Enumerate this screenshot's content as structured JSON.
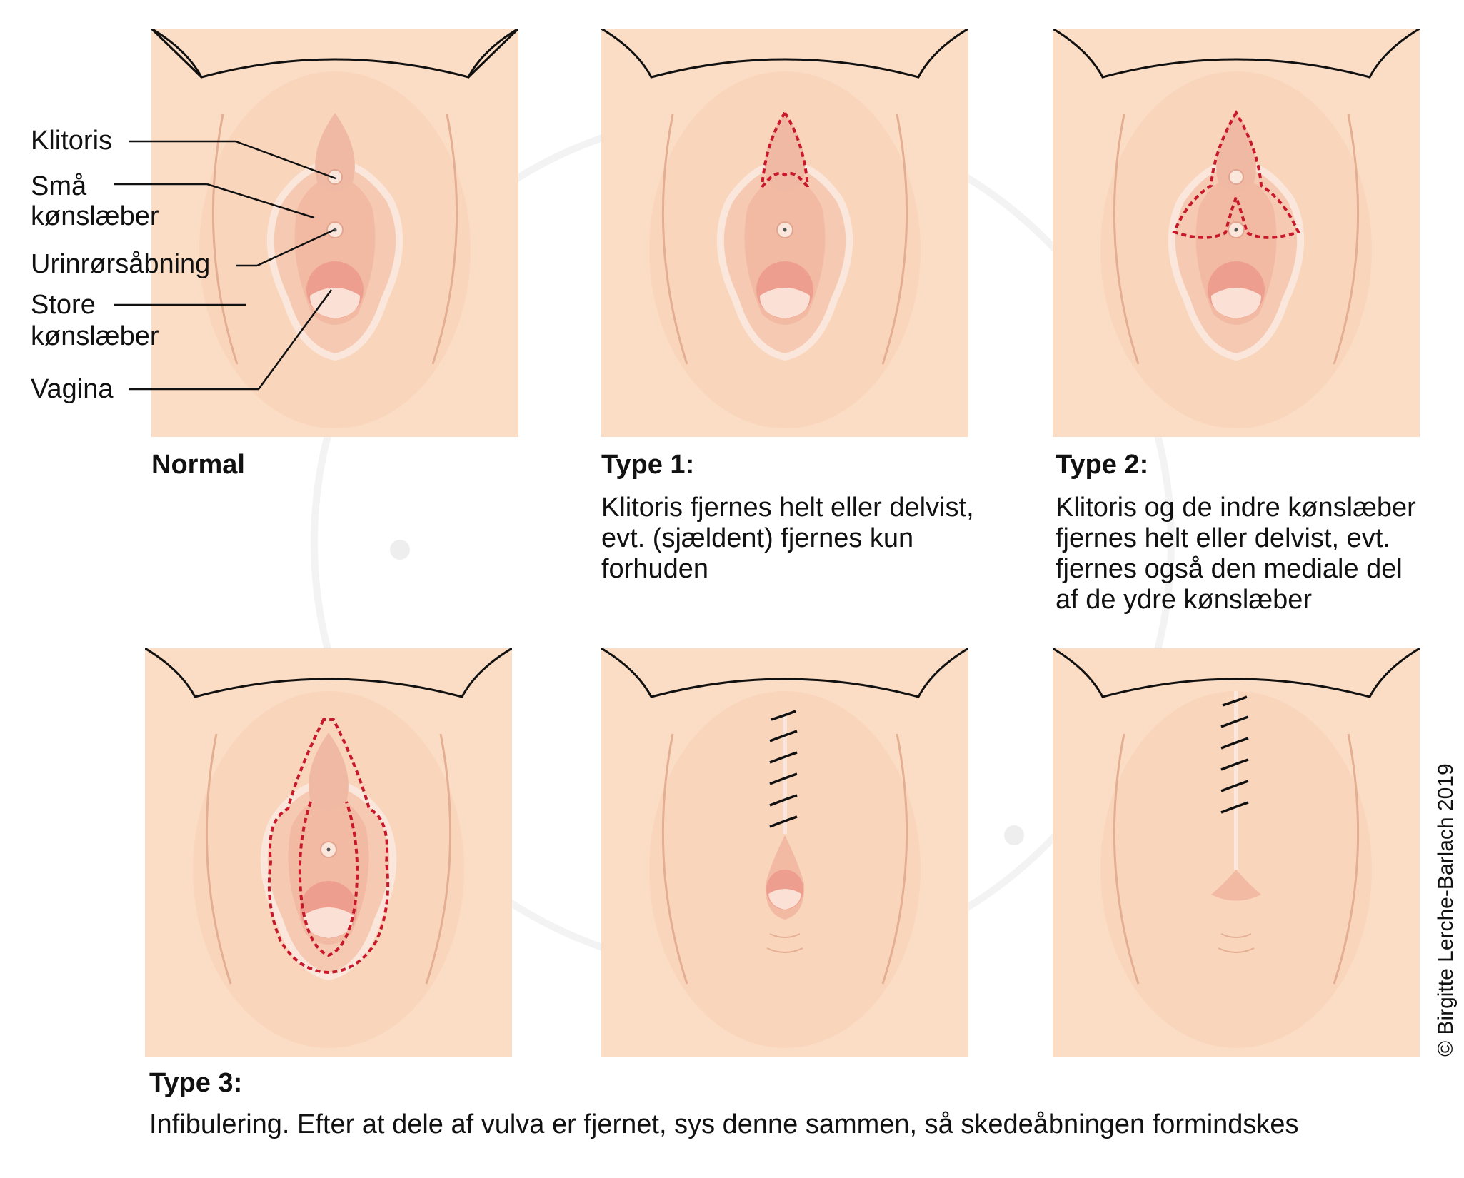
{
  "labels": {
    "clitoris": "Klitoris",
    "labia_minora_1": "Små",
    "labia_minora_2": "kønslæber",
    "urethra": "Urinrørsåbning",
    "labia_majora_1": "Store",
    "labia_majora_2": "kønslæber",
    "vagina": "Vagina"
  },
  "captions": {
    "normal": {
      "heading": "Normal"
    },
    "type1": {
      "heading": "Type 1:",
      "lines": [
        "Klitoris fjernes helt eller delvist,",
        "evt. (sjældent) fjernes kun",
        "forhuden"
      ]
    },
    "type2": {
      "heading": "Type 2:",
      "lines": [
        "Klitoris og de indre kønslæber",
        "fjernes helt eller delvist, evt.",
        "fjernes også den mediale del",
        "af de ydre kønslæber"
      ]
    },
    "type3": {
      "heading": "Type 3:",
      "lines": [
        "Infibulering. Efter at dele af vulva er fjernet, sys denne sammen, så skedeåbningen formindskes"
      ]
    }
  },
  "credit": "© Birgitte Lerche-Barlach 2019",
  "colors": {
    "skin": "#fbdcc4",
    "skin_shade": "#f2c3a6",
    "labia": "#f6c9b2",
    "inner": "#ee9e8f",
    "cut_line": "#c8192b",
    "ink": "#111111"
  }
}
